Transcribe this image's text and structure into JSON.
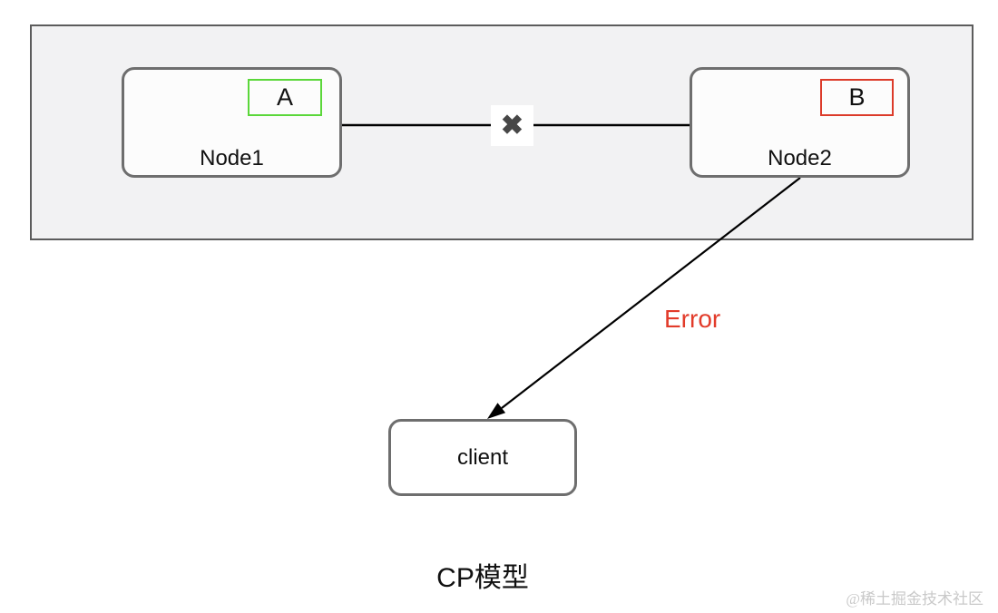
{
  "diagram": {
    "cluster": {
      "node1": {
        "label": "Node1",
        "badge": "A"
      },
      "node2": {
        "label": "Node2",
        "badge": "B"
      },
      "broken_link_icon": "✖"
    },
    "error_label": "Error",
    "client": {
      "label": "client"
    },
    "caption": "CP模型",
    "watermark": "@稀土掘金技术社区",
    "colors": {
      "cluster_fill": "#f2f2f3",
      "cluster_border": "#5c5c5c",
      "node_border": "#6e6e6e",
      "badge_a_border": "#5bd73a",
      "badge_b_border": "#dc3b2a",
      "broken_icon": "#474747",
      "connector": "#000000",
      "error_text": "#e23b2a",
      "watermark": "#c9c9c9"
    }
  }
}
